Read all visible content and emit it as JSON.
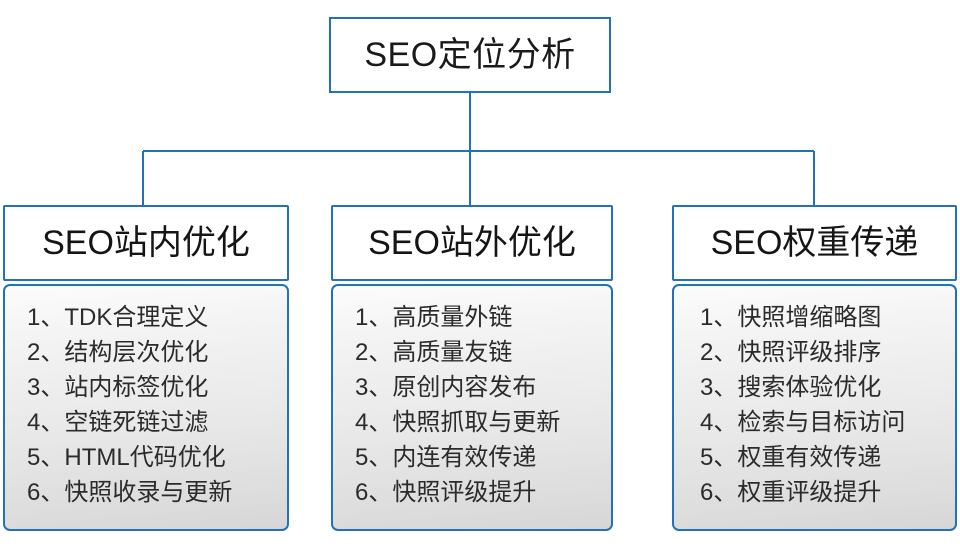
{
  "diagram": {
    "type": "org-chart",
    "accent_color": "#2172b8",
    "text_color": "#1a1a1a",
    "panel_gradient_from": "#fcfcfc",
    "panel_gradient_to": "#d6d6d6",
    "root": {
      "title": "SEO定位分析"
    },
    "branches": [
      {
        "title": "SEO站内优化",
        "items": [
          {
            "index": "1、",
            "label": "TDK合理定义"
          },
          {
            "index": "2、",
            "label": "结构层次优化"
          },
          {
            "index": "3、",
            "label": "站内标签优化"
          },
          {
            "index": "4、",
            "label": "空链死链过滤"
          },
          {
            "index": "5、",
            "label": "HTML代码优化"
          },
          {
            "index": "6、",
            "label": "快照收录与更新"
          }
        ]
      },
      {
        "title": "SEO站外优化",
        "items": [
          {
            "index": "1、",
            "label": "高质量外链"
          },
          {
            "index": "2、",
            "label": "高质量友链"
          },
          {
            "index": "3、",
            "label": "原创内容发布"
          },
          {
            "index": "4、",
            "label": "快照抓取与更新"
          },
          {
            "index": "5、",
            "label": "内连有效传递"
          },
          {
            "index": "6、",
            "label": "快照评级提升"
          }
        ]
      },
      {
        "title": "SEO权重传递",
        "items": [
          {
            "index": "1、",
            "label": "快照增缩略图"
          },
          {
            "index": "2、",
            "label": "快照评级排序"
          },
          {
            "index": "3、",
            "label": "搜索体验优化"
          },
          {
            "index": "4、",
            "label": "检索与目标访问"
          },
          {
            "index": "5、",
            "label": "权重有效传递"
          },
          {
            "index": "6、",
            "label": "权重评级提升"
          }
        ]
      }
    ]
  }
}
